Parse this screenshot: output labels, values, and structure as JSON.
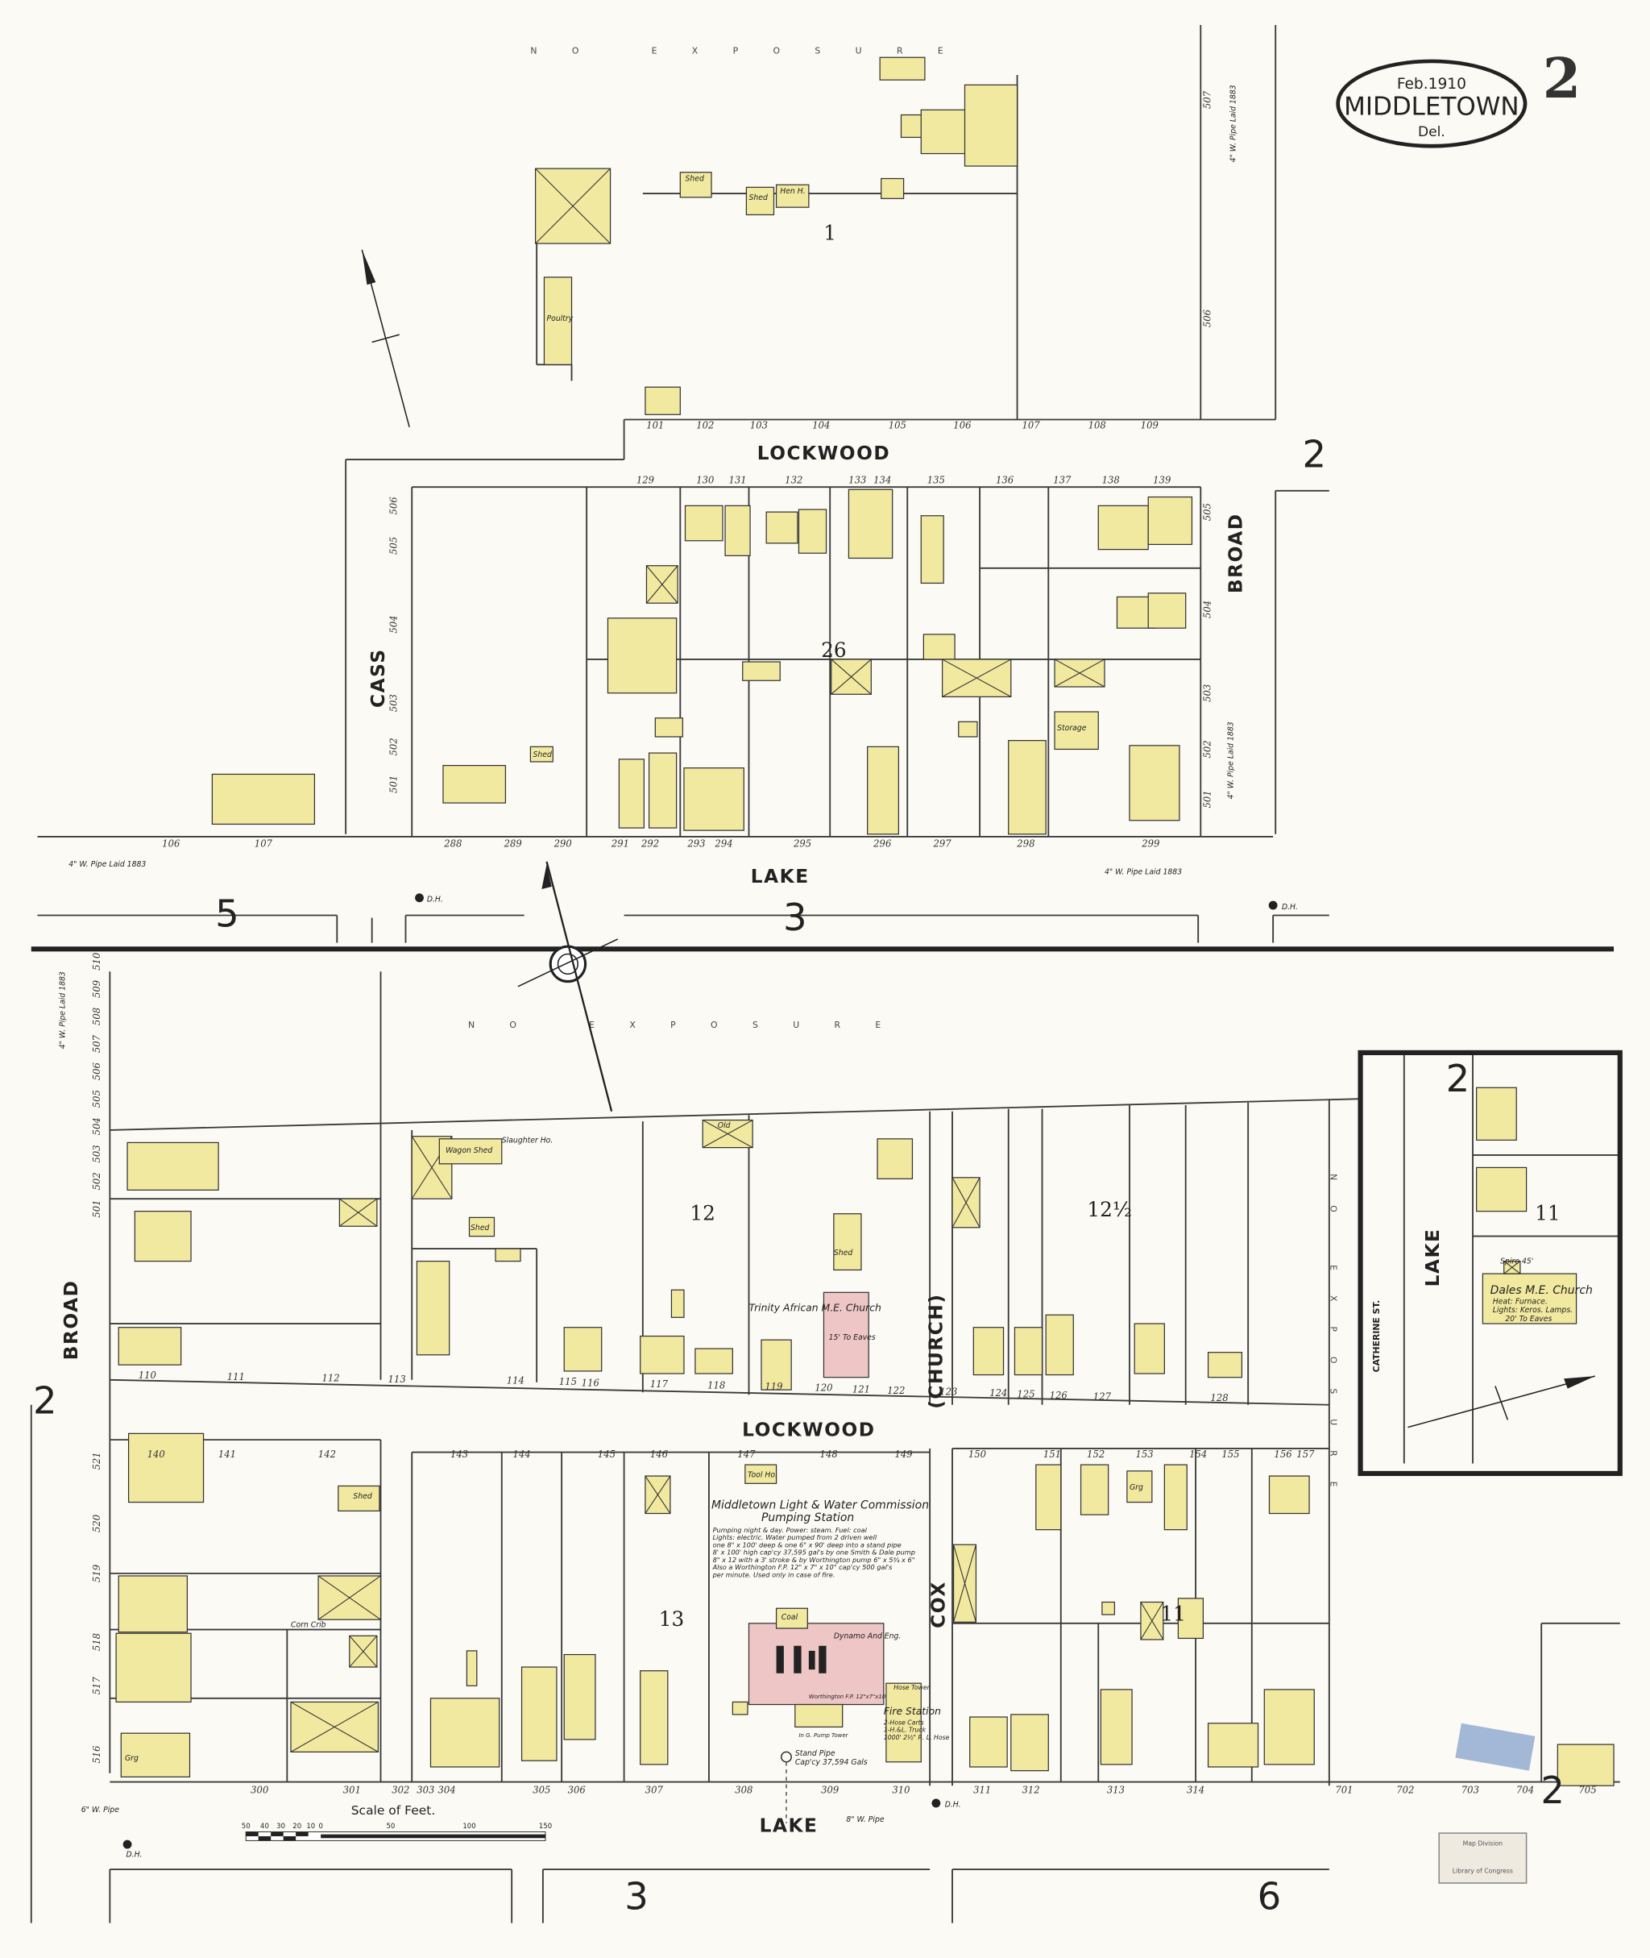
{
  "title": {
    "date": "Feb.1910",
    "town": "MIDDLETOWN",
    "state": "Del.",
    "sheet": "2"
  },
  "colors": {
    "paper": "#fbfaf4",
    "frame_dwelling": "#f2e9a0",
    "brick": "#efc6c6",
    "line": "#3a3a3a"
  },
  "exposure_label": "NO EXPOSURE",
  "streets": {
    "lockwood_top": "LOCKWOOD",
    "cass": "CASS",
    "broad_top": "BROAD",
    "lake_top": "LAKE",
    "broad_bottom": "BROAD",
    "lockwood_bottom": "LOCKWOOD",
    "church": "(CHURCH)",
    "cox": "COX",
    "lake_bottom": "LAKE",
    "lake_inset": "LAKE",
    "catherine": "CATHERINE ST."
  },
  "blocks": [
    "1",
    "26",
    "12",
    "12½",
    "13",
    "11",
    "11"
  ],
  "adjoining_sheets": [
    "2",
    "5",
    "3",
    "2",
    "2",
    "2",
    "3",
    "6"
  ],
  "building_labels": {
    "shed1": "Shed",
    "shed2": "Shed",
    "hen": "Hen H.",
    "poultry": "Poultry",
    "storage": "Storage",
    "shed_top": "Shed",
    "wagon_shed": "Wagon Shed",
    "slaughter": "Slaughter Ho.",
    "old": "Old",
    "shed3": "Shed",
    "shed4": "Shed",
    "corn_crib": "Corn Crib",
    "grg": "Grg",
    "coal": "Coal",
    "tool": "Tool Ho.",
    "dynamo": "Dynamo And Eng.",
    "shed5": "Shed",
    "garage": "Grg",
    "dh": "D.H."
  },
  "church_trinity": {
    "name": "Trinity African M.E. Church",
    "detail": "15' To Eaves"
  },
  "church_dales": {
    "name": "Dales M.E. Church",
    "heat": "Heat: Furnace.",
    "lights": "Lights: Keros. Lamps.",
    "eaves": "20' To Eaves",
    "spire": "Spire 45'"
  },
  "pumping_station": {
    "title": "Middletown Light & Water Commission",
    "subtitle": "Pumping Station",
    "notes": [
      "Pumping night & day. Power: steam. Fuel: coal",
      "Lights: electric. Water pumped from 2 driven well",
      "one 8\" x 100' deep & one 6\" x 90' deep into a stand pipe",
      "8' x 100' high cap'cy 37,595 gal's by one Smith & Dale pump",
      "8\" x 12 with a 3' stroke & by Worthington pump 6\" x 5¾ x 6\"",
      "Also a Worthington F.P. 12\" x 7\" x 10\" cap'cy 500 gal's",
      "per minute. Used only in case of fire."
    ],
    "worthington": "Worthington F.P. 12\"x7\"x10",
    "pump_tower": "In G. Pump Tower",
    "stand_pipe": "Stand Pipe",
    "stand_pipe_cap": "Cap'cy 37,594 Gals"
  },
  "fire_station": {
    "name": "Fire Station",
    "hose_tower": "Hose Tower",
    "items": [
      "2-Hose Carts",
      "1-H.&L. Truck",
      "1000' 2½\" R. L. Hose"
    ]
  },
  "water_pipes": [
    "4\" W. Pipe Laid 1883",
    "4\" W. Pipe Laid 1883",
    "4\" W. Pipe Laid 1883",
    "4\" W. Pipe Laid 1883",
    "4\" W. Pipe Laid 1883",
    "6\" W. Pipe",
    "8\" W. Pipe"
  ],
  "scale": {
    "title": "Scale of Feet.",
    "ticks": [
      "50",
      "40",
      "30",
      "20",
      "10",
      "0",
      "50",
      "100",
      "150"
    ]
  },
  "stamp": {
    "line1": "Map Division",
    "line2": "Library of Congress"
  },
  "addresses": {
    "lockwood_top_n": [
      "101",
      "102",
      "103",
      "104",
      "105",
      "106",
      "107",
      "108",
      "109"
    ],
    "lockwood_top_s": [
      "129",
      "130",
      "131",
      "132",
      "133",
      "134",
      "135",
      "136",
      "137",
      "138",
      "139"
    ],
    "lake_top_n": [
      "106",
      "107",
      "288",
      "289",
      "290",
      "291",
      "292",
      "293",
      "294",
      "295",
      "296",
      "297",
      "298",
      "299"
    ],
    "cass_e": [
      "506",
      "505",
      "504",
      "503",
      "502",
      "501"
    ],
    "broad_top_e": [
      "507",
      "506"
    ],
    "broad_top_w": [
      "505",
      "504",
      "503",
      "502",
      "501"
    ],
    "lockwood_bottom_n": [
      "110",
      "111",
      "112",
      "113",
      "114",
      "115",
      "116",
      "117",
      "118",
      "119",
      "120",
      "121",
      "122",
      "123",
      "124",
      "125",
      "126",
      "127",
      "128"
    ],
    "lockwood_bottom_s": [
      "140",
      "141",
      "142",
      "143",
      "144",
      "145",
      "146",
      "147",
      "148",
      "149",
      "150",
      "151",
      "152",
      "153",
      "154",
      "155",
      "156",
      "157"
    ],
    "lake_bottom_n": [
      "300",
      "301",
      "302",
      "303",
      "304",
      "305",
      "306",
      "307",
      "308",
      "309",
      "310",
      "311",
      "312",
      "313",
      "314",
      "701",
      "702",
      "703",
      "704",
      "705"
    ],
    "broad_bottom_e": [
      "510",
      "509",
      "508",
      "507",
      "506",
      "505",
      "504",
      "503",
      "502",
      "501",
      "521",
      "520",
      "519",
      "518",
      "517",
      "516"
    ]
  }
}
